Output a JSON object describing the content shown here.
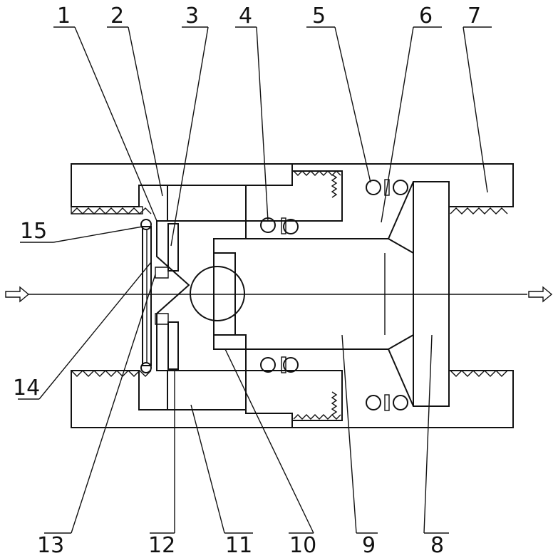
{
  "diagram": {
    "callouts": {
      "top": [
        "1",
        "2",
        "3",
        "4",
        "5",
        "6",
        "7"
      ],
      "left": [
        "15",
        "14"
      ],
      "bottom": [
        "13",
        "12",
        "11",
        "10",
        "9",
        "8"
      ]
    },
    "flow": {
      "inlet_arrow": "inlet-arrow-icon",
      "outlet_arrow": "outlet-arrow-icon"
    },
    "colors": {
      "line": "#111111",
      "background": "#ffffff"
    }
  }
}
